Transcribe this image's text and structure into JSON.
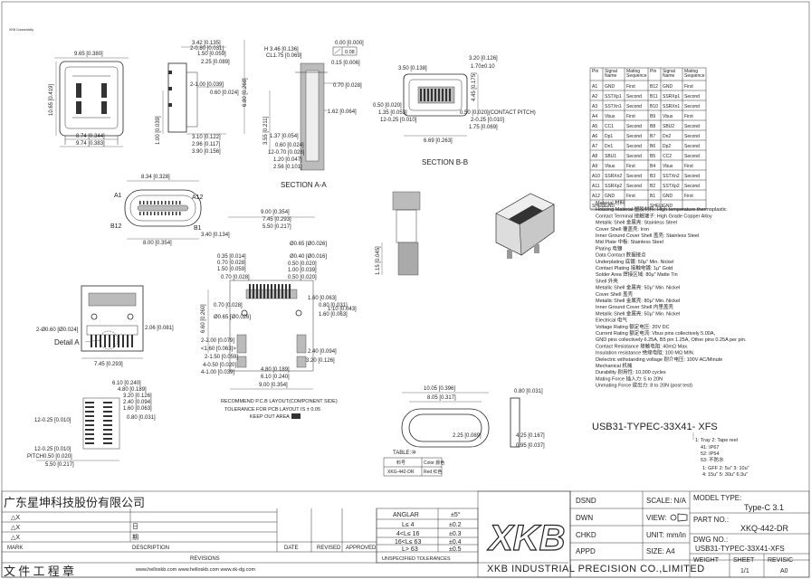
{
  "tiny_header": "XKB Connectivity",
  "section_labels": {
    "aa": "SECTION  A-A",
    "bb": "SECTION  B-B"
  },
  "front_view": {
    "width": "9.65 [0.380]",
    "height": "10.65 [0.419]",
    "bottom_a": "8.74 [0.344]",
    "bottom_b": "9.74 [0.383]"
  },
  "side_view": {
    "top_a": "3.42 [0.135]",
    "top_b": "2-0.80 [0.031]",
    "top_c": "1.50 [0.059]",
    "top_d": "2.25 [0.089]",
    "mid_a": "2-1.00 [0.039]",
    "mid_b": "0.60 [0.024]",
    "right_h": "6.80 [0.268]",
    "left_h": "1.00 [0.039]",
    "bot_a": "3.10 [0.122]",
    "bot_b": "2.96 [0.117]",
    "bot_c": "3.90 [0.156]"
  },
  "section_aa": {
    "h": "H 3.46 [0.136]",
    "cl": "CL1.75 [0.069]",
    "flat_val": "0.00 [0.000]",
    "flat_tol": "0.08",
    "a": "0.15 [0.006]",
    "b": "0.70 [0.028]",
    "c": "1.62 [0.064]",
    "d": "1.37 [0.054]",
    "e": "0.60 [0.024]",
    "f": "12-0.70 [0.028]",
    "g": "1.20 [0.047]",
    "h2": "2.56 [0.101]",
    "v": "3.55 [0.211]"
  },
  "section_bb": {
    "a": "3.50 [0.138]",
    "b": "3.20 [0.126]",
    "c": "1.70±0.10",
    "d": "4.45 [0.175]",
    "e": "0.50 [0.020]",
    "f": "1.35 [0.053]",
    "g": "12-0.25 [0.010]",
    "h": "0.50 [0.020](CONTACT PITCH)",
    "i": "2-0.25 [0.010]",
    "j": "1.75 [0.069]",
    "k": "6.69 [0.263]"
  },
  "pin_table": {
    "headers": [
      "Pin",
      "Signal Name",
      "Mating Sequence",
      "Pin",
      "Signal Name",
      "Mating Sequence"
    ],
    "rows": [
      [
        "A1",
        "GND",
        "First",
        "B12",
        "GND",
        "First"
      ],
      [
        "A2",
        "SSTXp1",
        "Second",
        "B11",
        "SSRXp1",
        "Second"
      ],
      [
        "A3",
        "SSTXn1",
        "Second",
        "B10",
        "SSRXn1",
        "Second"
      ],
      [
        "A4",
        "Vbus",
        "First",
        "B9",
        "Vbus",
        "First"
      ],
      [
        "A5",
        "CC1",
        "Second",
        "B8",
        "SBU2",
        "Second"
      ],
      [
        "A6",
        "Dp1",
        "Second",
        "B7",
        "Dn2",
        "Second"
      ],
      [
        "A7",
        "Dn1",
        "Second",
        "B6",
        "Dp2",
        "Second"
      ],
      [
        "A8",
        "SBU1",
        "Second",
        "B5",
        "CC2",
        "Second"
      ],
      [
        "A9",
        "Vbus",
        "First",
        "B4",
        "Vbus",
        "First"
      ],
      [
        "A10",
        "SSRXn2",
        "Second",
        "B3",
        "SSTXn2",
        "Second"
      ],
      [
        "A11",
        "SSRXp2",
        "Second",
        "B2",
        "SSTXp2",
        "Second"
      ],
      [
        "A12",
        "GND",
        "First",
        "B1",
        "GND",
        "First"
      ],
      [
        "SHELL",
        "GND",
        "",
        "SHELL",
        "GND",
        ""
      ]
    ]
  },
  "mate_view": {
    "w": "8.34 [0.328]",
    "a1": "A1",
    "a12": "A12",
    "b12": "B12",
    "b1": "B1",
    "bw": "8.00 [0.354]",
    "h": "3.40 [0.134]"
  },
  "pcb_layout": {
    "a": "9.00 [0.354]",
    "b": "7.45 [0.293]",
    "c": "5.50 [0.217]",
    "d": "0.35 [0.014]",
    "e": "0.70 [0.028]",
    "f": "1.50 [0.059]",
    "g": "0.70 [0.028]",
    "h": "Ø0.65 [Ø0.026]",
    "i": "Ø0.40 [Ø0.016]",
    "j": "0.50 [0.020]",
    "k": "1.00 [0.039]",
    "l": "0.50 [0.020]",
    "m": "0.70 [0.028]",
    "n": "Ø0.65 [Ø0.026]",
    "o": "1.60 [0.063]",
    "p": "0.80 [0.031]",
    "q": "1.10 [0.043]",
    "r": "1.60 [0.063]",
    "s": "6.60 [0.260]",
    "t": "2-2.00 [0.079]",
    "u": "<1.60 [0.063]>",
    "v": "2-1.50 [0.059]",
    "w": "4-0.50 [0.020]",
    "x": "4-1.00 [0.039]",
    "y": "2.40 [0.094]",
    "z": "3.20 [0.126]",
    "aa": "4.80 [0.189]",
    "ab": "6.10 [0.240]",
    "ac": "9.00 [0.354]",
    "rec": "RECOMMEND P.C.B LAYOUT(COMPONENT SIDE)",
    "tol": "TOLERANCE FOR PCB LAYOUT IS ± 0.05",
    "keep": "KEEP OUT AREA"
  },
  "bottom_view": {
    "a": "2-Ø0.60 [Ø0.024]",
    "b": "2.06 [0.081]",
    "detail": "Detail A",
    "c": "7.45 [0.293]"
  },
  "detail_view": {
    "a": "6.10 [0.240]",
    "b": "4.80 [0.189]",
    "c": "3.20 [0.126]",
    "d": "2.40 [0.094]",
    "e": "1.60 [0.063]",
    "f": "0.80 [0.031]",
    "g": "12-0.25 [0.010]",
    "h": "12-0.25 [0.010]",
    "i": "PITCH0.50 [0.020]",
    "j": "5.50 [0.217]"
  },
  "detail_side": {
    "h": "1.15 [0.045]"
  },
  "specs": [
    "Material 材料",
    "Housing Material 塑胶材料: High temperature thermoplastic",
    "Contact Terminal 接触端子: High Grade Copper Alloy",
    "Metallic Shell 金属壳: Stainless Steel",
    "Cover Shell 覆盖壳: Iron",
    "Inner Ground Cover Shell 盖壳: Stainless Steel",
    "Mid Plate 中板: Stainless Steel",
    "Plating 电镀",
    "Data Contact 数据接点",
    "Underplating 底镀: 50μ\" Min. Nickel",
    "Contact Plating 接触电镀: 1μ\" Gold",
    "Solder Area 焊接区域: 80μ\" Matte Tin",
    "Shell 外壳",
    "Metallic Shell 金属壳: 50μ\" Min. Nickel",
    "Cover Shell 盖壳",
    "Metallic Shell 金属壳: 80μ\" Min. Nickel",
    "Inner Ground Cover Shell 内里盖壳",
    "Metallic Shell 金属壳: 50μ\" Min. Nickel",
    "Electrical 电气",
    "Voltage Rating 额定电压: 20V DC",
    "Current Rating 额定电流: Vbus pins collectively 5.00A,",
    "GND pins collectively 6.25A, B5 pin 1.25A, Other pins 0.25A per pin.",
    "Contact Resistance 接触电阻: 40mΩ Max.",
    "Insulation resistance 绝缘电阻: 100 MΩ MIN.",
    "Dielectric withstanding voltage 耐介电压: 100V AC/Minute",
    "Mechanical 机械",
    "Durability 耐用性: 10,000 cycles",
    "Mating Force 插入力: 5 to 20N",
    "Unmating Force 拔出力: 8 to 20N (post test)"
  ],
  "oval_view": {
    "a": "10.05 [0.396]",
    "b": "8.05 [0.317]",
    "c": "0.80 [0.031]",
    "d": "2.25 [0.089]",
    "e": "4.25 [0.167]",
    "f": "0.95 [0.037]"
  },
  "part_code": {
    "code": "USB31-TYPEC-33X41- XFS",
    "o1": "1: Tray  2: Tape reel",
    "o2": "41: IP67",
    "o3": "52: IP54",
    "o4": "53: 不防水",
    "o5": "1: GFF  2: 5u\"  3: 10u\"",
    "o6": "4: 15u\"  5: 30u\"  6:3u\""
  },
  "mini_table": {
    "title": "TABLE:⑩",
    "h1": "料号",
    "h2": "Color 颜色",
    "v1": "XKG-442-DR",
    "v2": "Red 红色"
  },
  "company_cn": "广东星坤科技股份有限公司",
  "company_cn2": "文 件 工 程 章",
  "revisions": {
    "marks": [
      "△X",
      "△X",
      "△X"
    ],
    "tiny": [
      "日",
      "期"
    ],
    "headers": [
      "MARK",
      "DESCRIPTION",
      "DATE",
      "REVISED",
      "APPROVED"
    ],
    "label": "REVISIONS",
    "urls": "www.helloxkb.com  www.helloskb.com  www.xk-dg.com"
  },
  "tolerances": {
    "header": [
      "ANGLAR",
      "±5°"
    ],
    "rows": [
      [
        "L≤ 4",
        "±0.2"
      ],
      [
        "4<L≤ 16",
        "±0.3"
      ],
      [
        "16<L≤ 63",
        "±0.4"
      ],
      [
        "L> 63",
        "±0.5"
      ]
    ],
    "footer": "UNSPECIFIED TOLERANCES"
  },
  "brand": {
    "logo": "XKB",
    "name": "XKB INDUSTRIAL PRECISION CO.,LIMITED"
  },
  "title_block": {
    "dsnd": "DSND",
    "dwn": "DWN",
    "chkd": "CHKD",
    "appd": "APPD",
    "scale": "SCALE: N/A",
    "view": "VIEW:",
    "unit": "UNIT: mm/in",
    "size": "SIZE: A4",
    "model_label": "MODEL TYPE:",
    "model": "Type-C 3.1",
    "part_label": "PART NO.:",
    "part": "XKQ-442-DR",
    "dwg_label": "DWG NO.:",
    "dwg": "USB31-TYPEC-33X41-XFS",
    "weight": "WEIGHT",
    "sheet": "SHEET",
    "revisic": "REVISIC",
    "sheet_val": "1/1",
    "rev_val": "A0"
  }
}
